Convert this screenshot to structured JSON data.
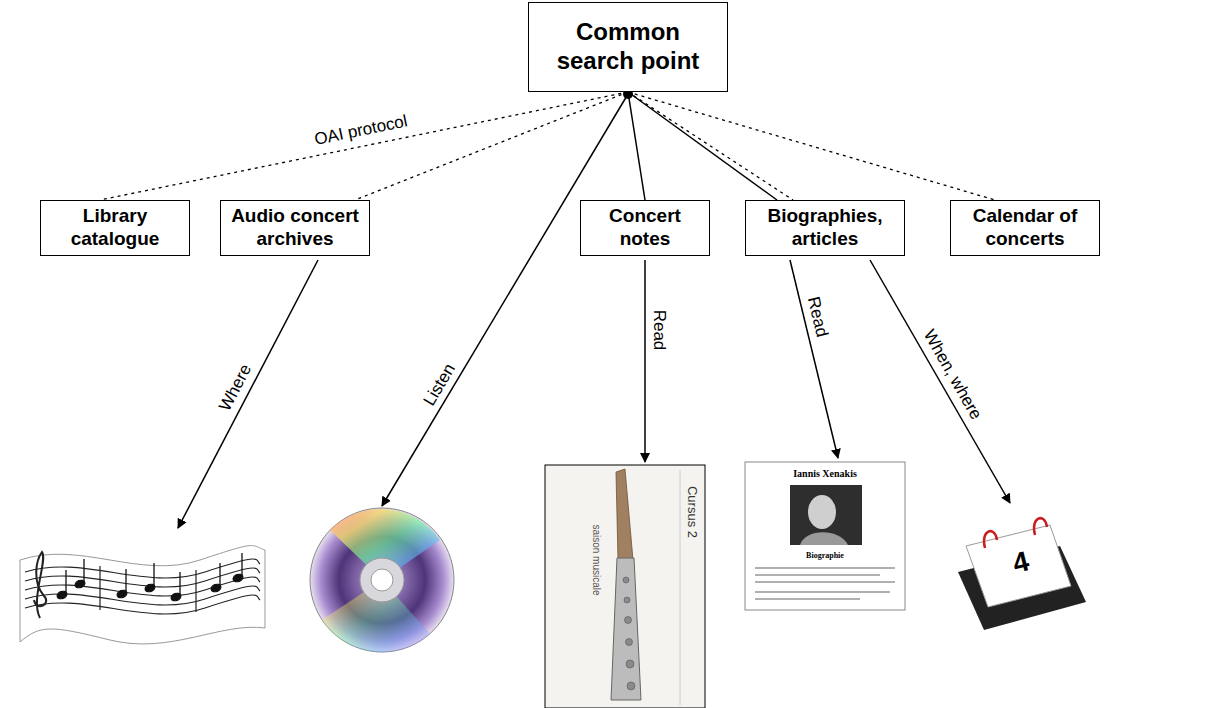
{
  "diagram": {
    "nodes": [
      {
        "text": [
          "Common search point"
        ]
      },
      {
        "text": [
          "Library catalogue"
        ]
      },
      {
        "text": [
          "Audio concert archives"
        ]
      },
      {
        "text": [
          "Concert notes"
        ]
      },
      {
        "text": [
          "Biographies, articles"
        ]
      },
      {
        "text": [
          "Calendar of concerts"
        ]
      }
    ],
    "edges": [
      {
        "from": 0,
        "to": 1,
        "label": "OAI protocol",
        "arrow": "none"
      },
      {
        "from": 0,
        "to": 2,
        "arrow": "none"
      },
      {
        "from": 0,
        "to": 3,
        "arrow": "none"
      },
      {
        "from": 0,
        "to": 4,
        "arrow": "none"
      },
      {
        "from": 0,
        "to": 4,
        "arrow": "none"
      },
      {
        "from": 0,
        "to": 5,
        "arrow": "none"
      }
    ],
    "labels": [
      "Where",
      "Listen",
      "Read",
      "Read",
      "When, where",
      "saison musicale",
      "Cursus 2",
      "Iannis Xenakis",
      "Biographie",
      "4"
    ]
  }
}
